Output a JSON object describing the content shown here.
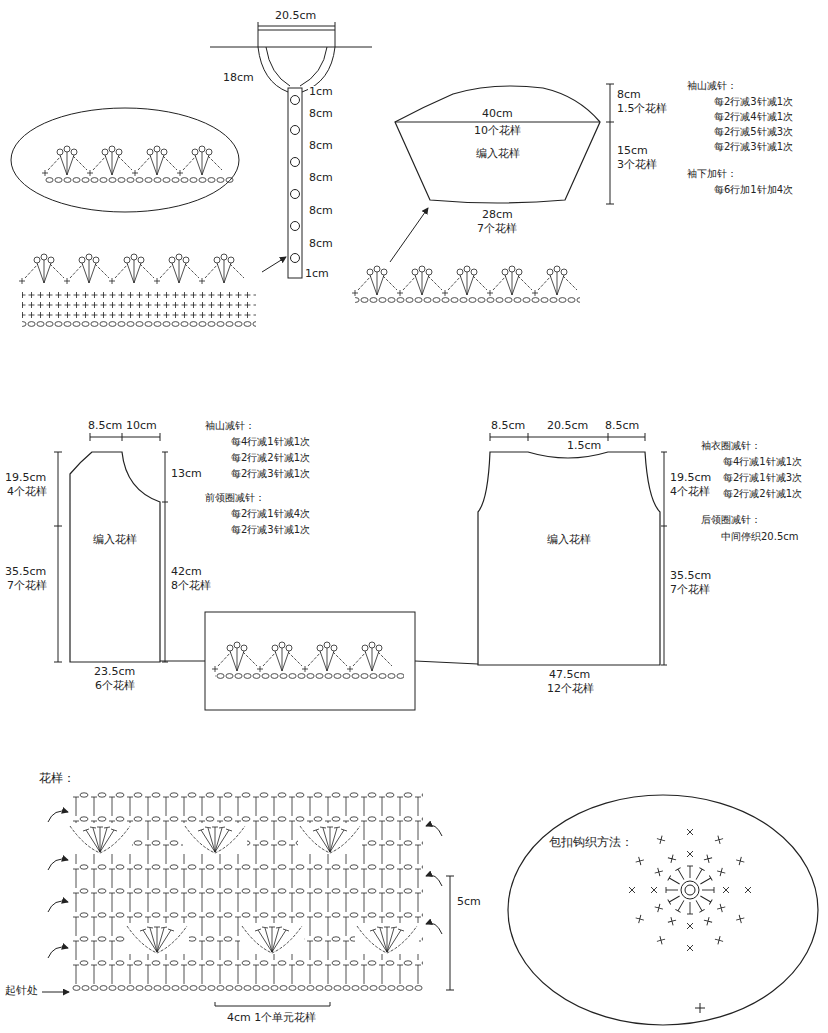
{
  "diagram": {
    "nodes": [
      {
        "text": [
          "编入花样"
        ]
      },
      {
        "text": [
          "编入花样"
        ]
      },
      {
        "text": [
          "编入花样"
        ]
      },
      {
        "text": [
          "包扣钩织方法："
        ]
      }
    ],
    "labels": [
      "20.5cm",
      "18cm",
      "1cm",
      "8cm",
      "8cm",
      "8cm",
      "8cm",
      "8cm",
      "1cm",
      "40cm",
      "10个花样",
      "28cm",
      "7个花样",
      "8cm",
      "1.5个花样",
      "15cm",
      "3个花样",
      "袖山减针：",
      "每2行减3针减1次",
      "每2行减4针减1次",
      "每2行减5针减3次",
      "每2行减3针减1次",
      "袖下加针：",
      "每6行加1针加4次",
      "8.5cm",
      "10cm",
      "19.5cm",
      "4个花样",
      "13cm",
      "35.5cm",
      "7个花样",
      "42cm",
      "8个花样",
      "23.5cm",
      "6个花样",
      "袖山减针：",
      "每4行减1针减1次",
      "每2行减2针减1次",
      "每2行减3针减1次",
      "前领圈减针：",
      "每2行减1针减4次",
      "每2行减3针减1次",
      "8.5cm",
      "20.5cm",
      "8.5cm",
      "1.5cm",
      "19.5cm",
      "4个花样",
      "35.5cm",
      "7个花样",
      "47.5cm",
      "12个花样",
      "袖衣圈减针：",
      "每4行减1针减1次",
      "每2行减1针减3次",
      "每2行减2针减1次",
      "后领圈减针：",
      "中间停织20.5cm",
      "花样：",
      "5cm",
      "起针处",
      "4cm 1个单元花样"
    ]
  }
}
